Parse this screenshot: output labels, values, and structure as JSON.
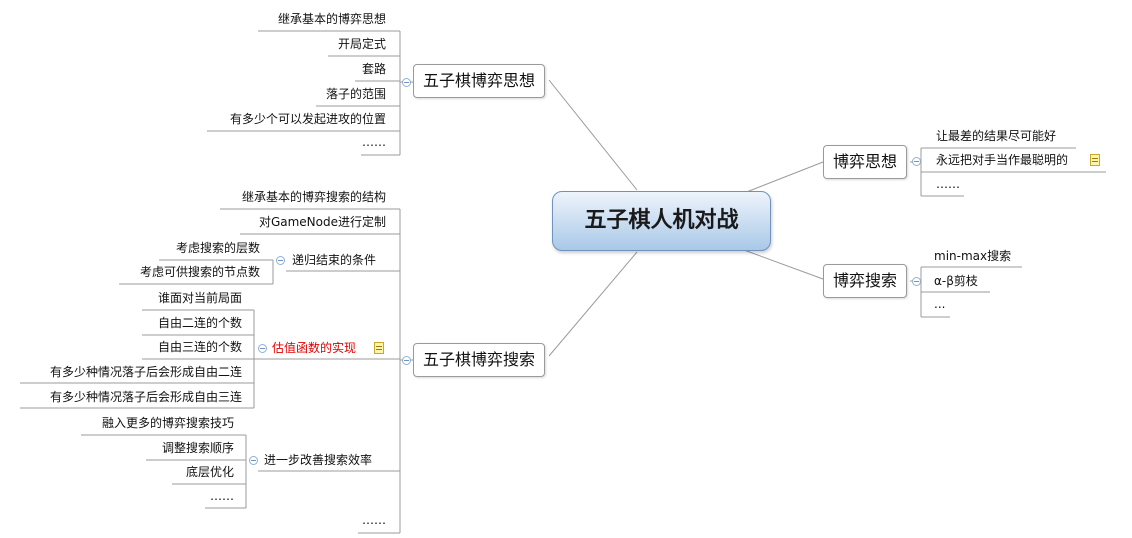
{
  "root": "五子棋人机对战",
  "left_top": {
    "title": "五子棋博弈思想",
    "items": [
      "继承基本的博弈思想",
      "开局定式",
      "套路",
      "落子的范围",
      "有多少个可以发起进攻的位置",
      "……"
    ]
  },
  "left_bottom": {
    "title": "五子棋博弈搜索",
    "item_structure": "继承基本的博弈搜索的结构",
    "item_gamenode": "对GameNode进行定制",
    "recursion": {
      "label": "递归结束的条件",
      "items": [
        "考虑搜索的层数",
        "考虑可供搜索的节点数"
      ]
    },
    "evaluation": {
      "label": "估值函数的实现",
      "items": [
        "谁面对当前局面",
        "自由二连的个数",
        "自由三连的个数",
        "有多少种情况落子后会形成自由二连",
        "有多少种情况落子后会形成自由三连"
      ]
    },
    "improve": {
      "label": "进一步改善搜索效率",
      "items": [
        "融入更多的博弈搜索技巧",
        "调整搜索顺序",
        "底层优化",
        "……"
      ]
    },
    "item_more": "……"
  },
  "right_top": {
    "title": "博弈思想",
    "items": [
      "让最差的结果尽可能好",
      "永远把对手当作最聪明的",
      "……"
    ]
  },
  "right_bottom": {
    "title": "博弈搜索",
    "items": [
      "min-max搜索",
      "α-β剪枝",
      "..."
    ]
  }
}
